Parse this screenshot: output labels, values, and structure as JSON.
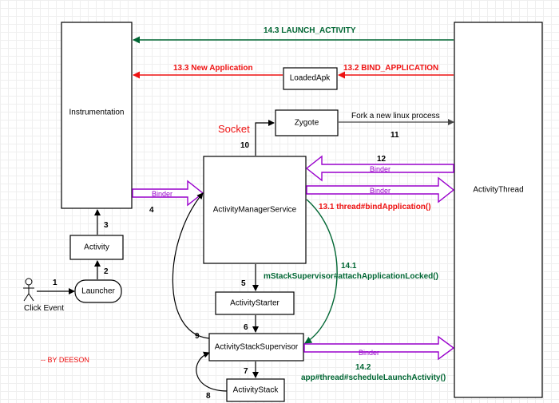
{
  "boxes": {
    "instrumentation": "Instrumentation",
    "activity": "Activity",
    "launcher": "Launcher",
    "loaded_apk": "LoadedApk",
    "zygote": "Zygote",
    "activity_manager_service": "ActivityManagerService",
    "activity_starter": "ActivityStarter",
    "activity_stack_supervisor": "ActivityStackSupervisor",
    "activity_stack": "ActivityStack",
    "activity_thread": "ActivityThread"
  },
  "actor": {
    "label": "Click Event"
  },
  "steps": {
    "s1": "1",
    "s2": "2",
    "s3": "3",
    "s4": "4",
    "s5": "5",
    "s6": "6",
    "s7": "7",
    "s8": "8",
    "s9": "9",
    "s10": "10",
    "s11": "11",
    "s12": "12"
  },
  "labels": {
    "launch_activity": "14.3  LAUNCH_ACTIVITY",
    "bind_application": "13.2  BIND_APPLICATION",
    "new_application": "13.3  New Application",
    "fork_process": "Fork a new linux process",
    "socket": "Socket",
    "bind_application_call": "13.1  thread#bindApplication()",
    "attach_step": "14.1",
    "attach_call": "mStackSupervisor#attachApplicationLocked()",
    "schedule_step": "14.2",
    "schedule_call": "app#thread#scheduleLaunchActivity()",
    "binder": "Binder",
    "author": "-- BY DEESON"
  },
  "colors": {
    "green": "#006633",
    "red": "#ee1111",
    "purple": "#9900cc",
    "black": "#000000"
  }
}
